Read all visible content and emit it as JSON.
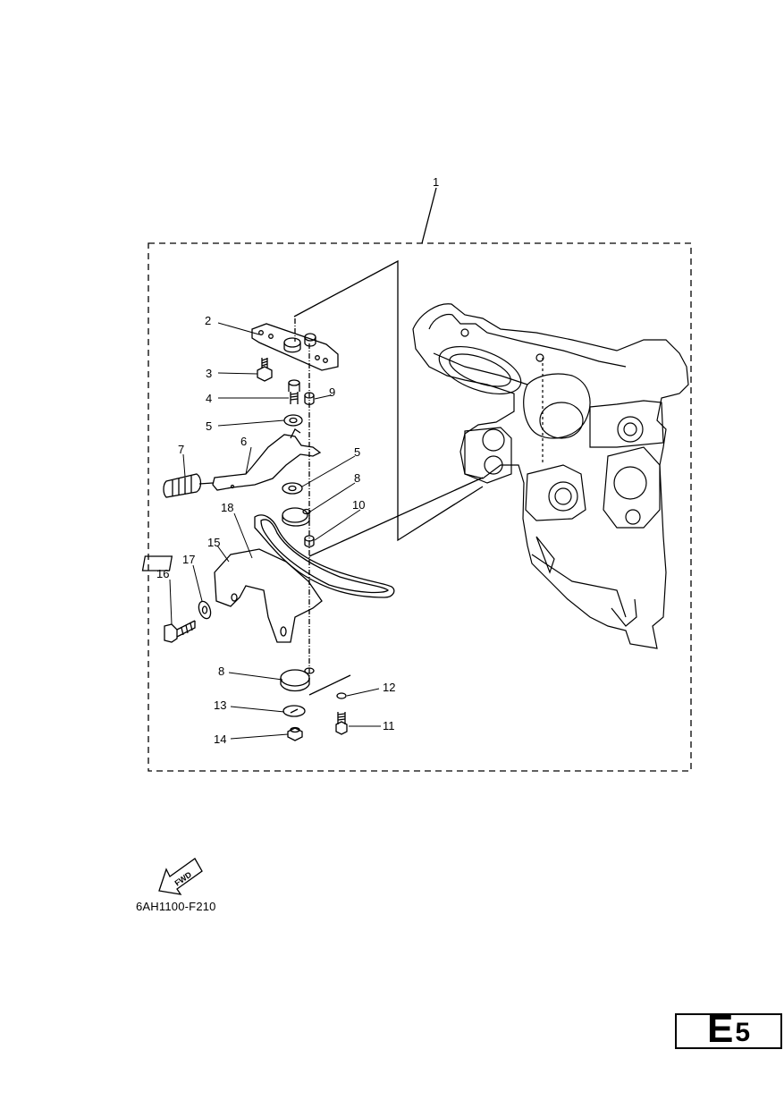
{
  "diagram": {
    "assembly_label": "1",
    "callouts": [
      {
        "id": "c2",
        "label": "2"
      },
      {
        "id": "c3",
        "label": "3"
      },
      {
        "id": "c4",
        "label": "4"
      },
      {
        "id": "c5a",
        "label": "5"
      },
      {
        "id": "c5b",
        "label": "5"
      },
      {
        "id": "c6",
        "label": "6"
      },
      {
        "id": "c7",
        "label": "7"
      },
      {
        "id": "c8a",
        "label": "8"
      },
      {
        "id": "c8b",
        "label": "8"
      },
      {
        "id": "c9",
        "label": "9"
      },
      {
        "id": "c10",
        "label": "10"
      },
      {
        "id": "c11",
        "label": "11"
      },
      {
        "id": "c12",
        "label": "12"
      },
      {
        "id": "c13",
        "label": "13"
      },
      {
        "id": "c14",
        "label": "14"
      },
      {
        "id": "c15",
        "label": "15"
      },
      {
        "id": "c16",
        "label": "16"
      },
      {
        "id": "c17",
        "label": "17"
      },
      {
        "id": "c18",
        "label": "18"
      }
    ],
    "fwd_label": "FWD",
    "drawing_code": "6AH1100-F210"
  },
  "page": {
    "section_letter": "E",
    "page_number": "5"
  }
}
